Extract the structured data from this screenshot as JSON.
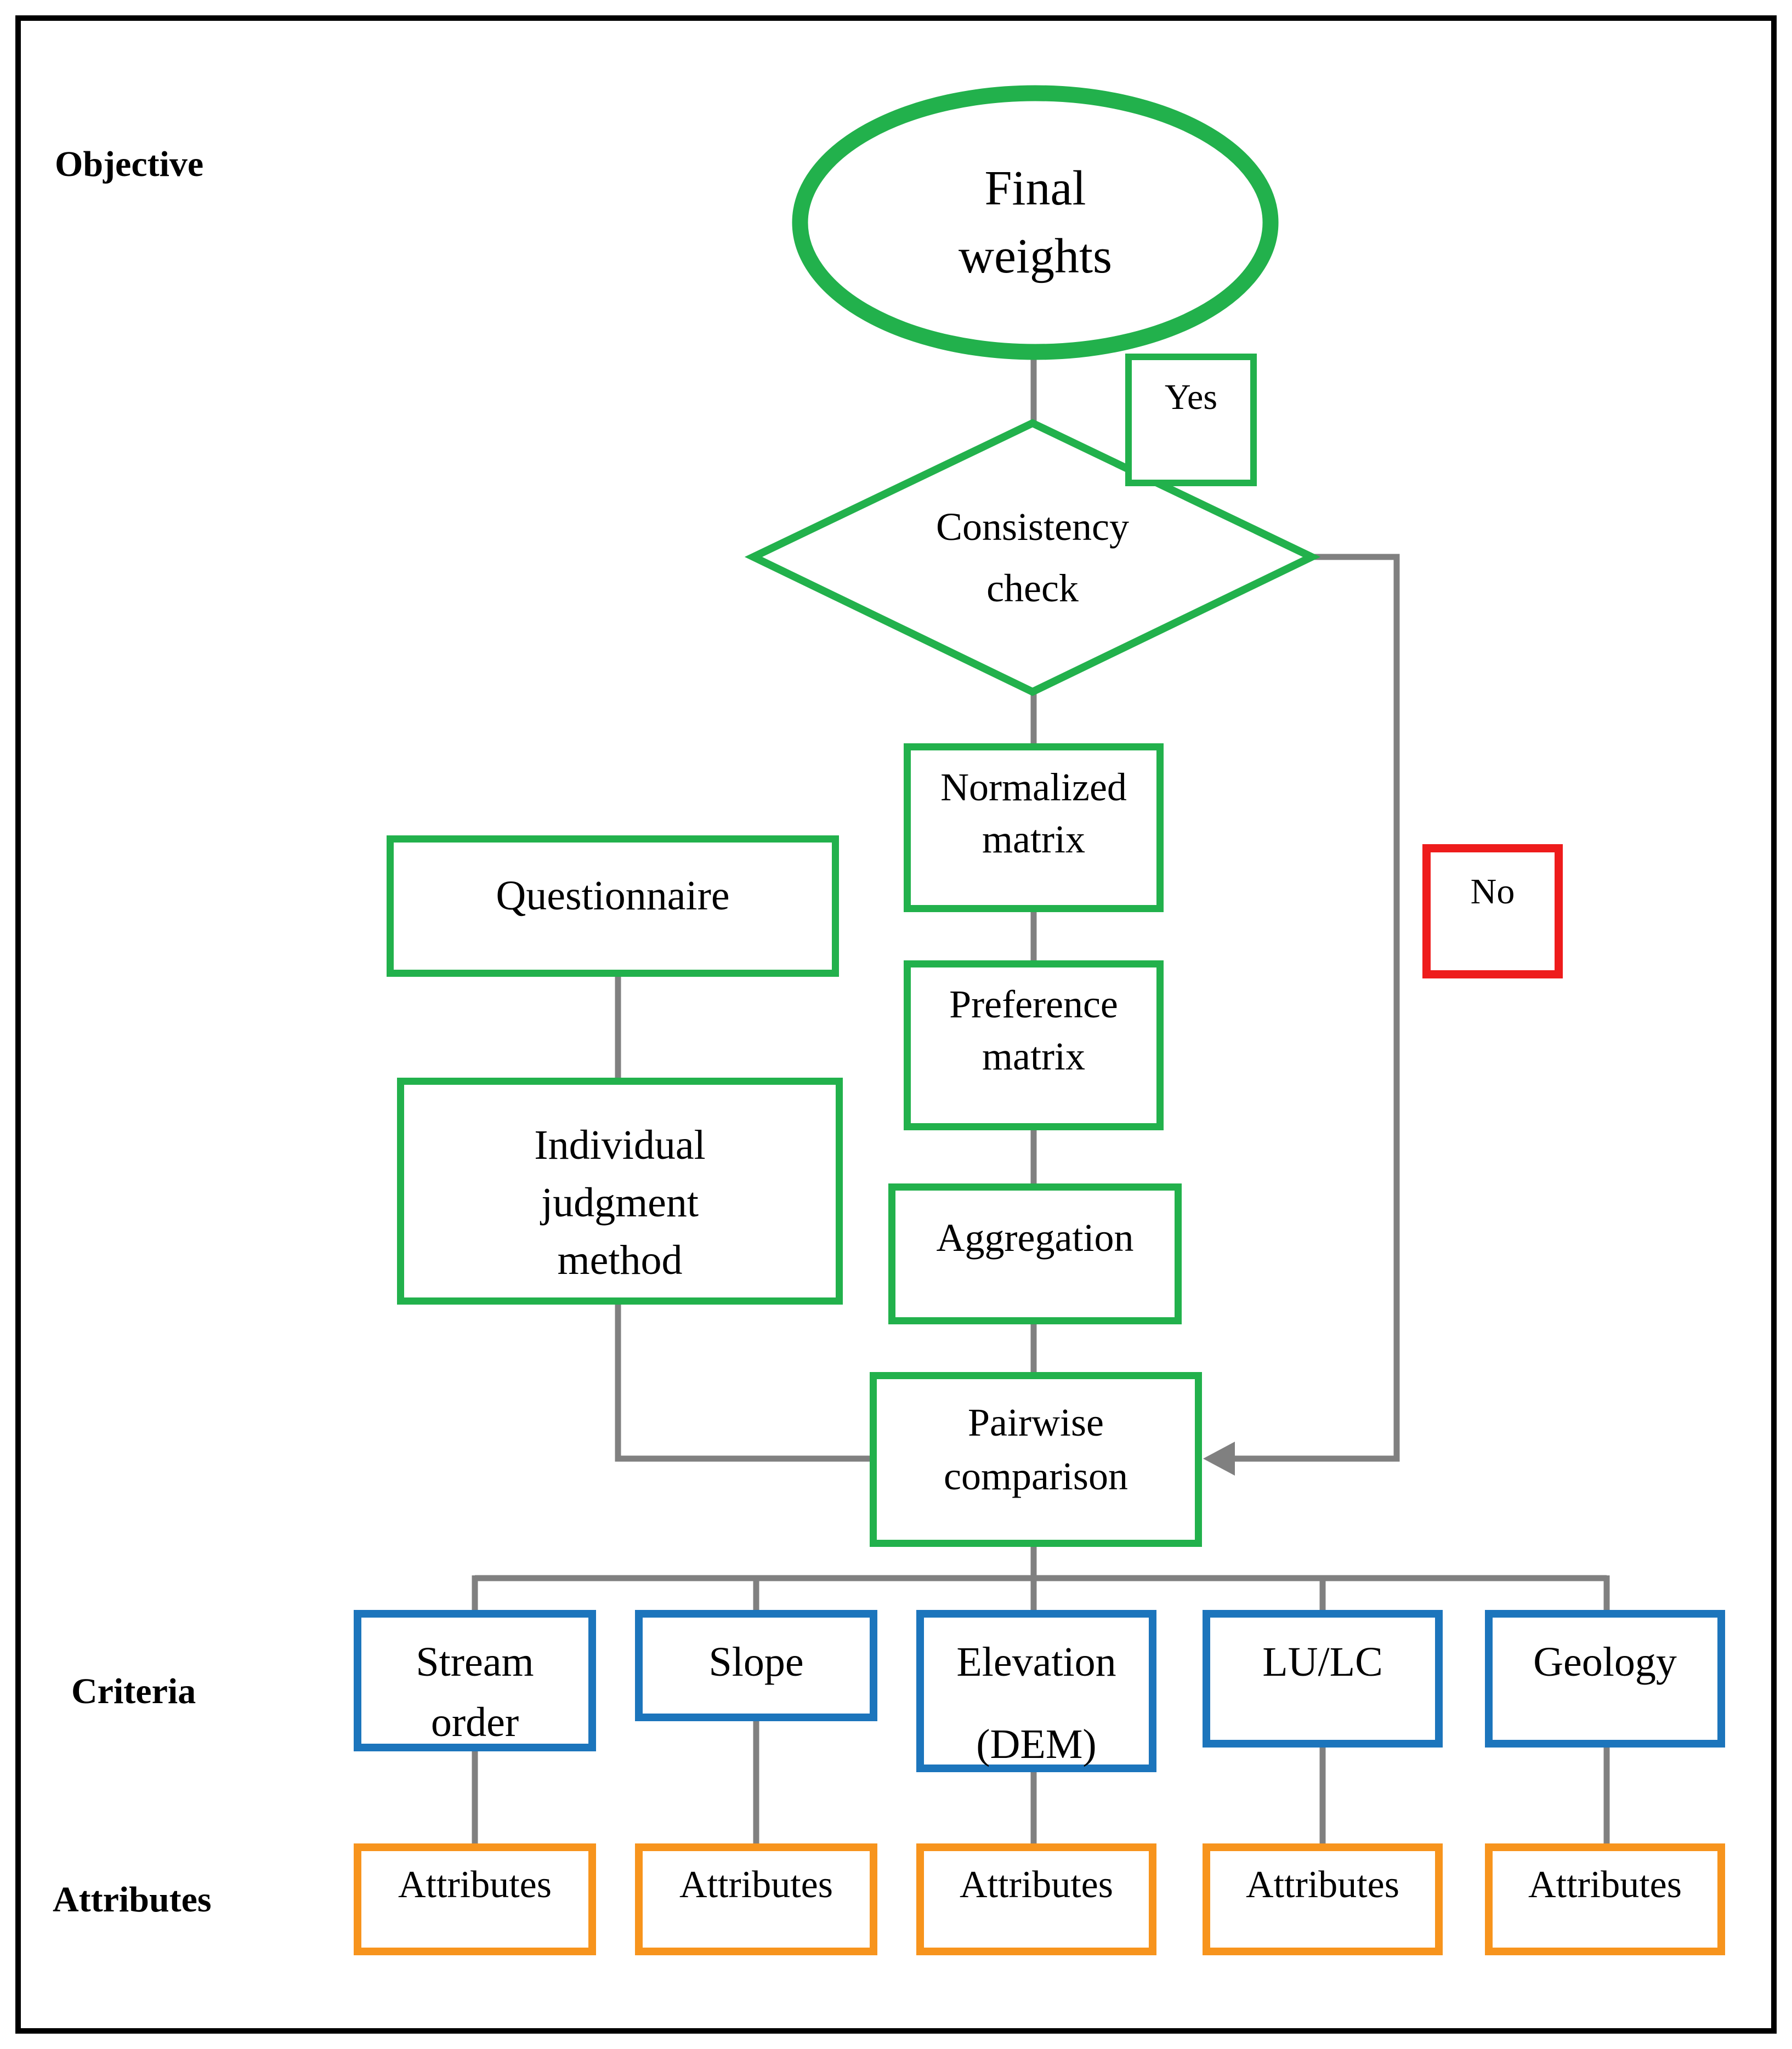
{
  "row_labels": {
    "objective": "Objective",
    "criteria": "Criteria",
    "attributes": "Attributes"
  },
  "flow": {
    "final_weights": {
      "line1": "Final",
      "line2": "weights"
    },
    "consistency_check": {
      "line1": "Consistency",
      "line2": "check"
    },
    "yes_tag": "Yes",
    "no_tag": "No",
    "normalized_matrix": {
      "line1": "Normalized",
      "line2": "matrix"
    },
    "preference_matrix": {
      "line1": "Preference",
      "line2": "matrix"
    },
    "aggregation": "Aggregation",
    "pairwise_comparison": {
      "line1": "Pairwise",
      "line2": "comparison"
    },
    "questionnaire": "Questionnaire",
    "individual_judgment": {
      "line1": "Individual",
      "line2": "judgment",
      "line3": "method"
    }
  },
  "criteria": [
    {
      "line1": "Stream",
      "line2": "order"
    },
    {
      "line1": "Slope",
      "line2": ""
    },
    {
      "line1": "Elevation",
      "line2": "(DEM)"
    },
    {
      "line1": "LU/LC",
      "line2": ""
    },
    {
      "line1": "Geology",
      "line2": ""
    }
  ],
  "attributes": [
    "Attributes",
    "Attributes",
    "Attributes",
    "Attributes",
    "Attributes"
  ],
  "colors": {
    "green": "#22b14c",
    "blue": "#1c75bc",
    "orange": "#f7941d",
    "red": "#ee1c1c",
    "gray": "#808080",
    "black": "#000000"
  }
}
